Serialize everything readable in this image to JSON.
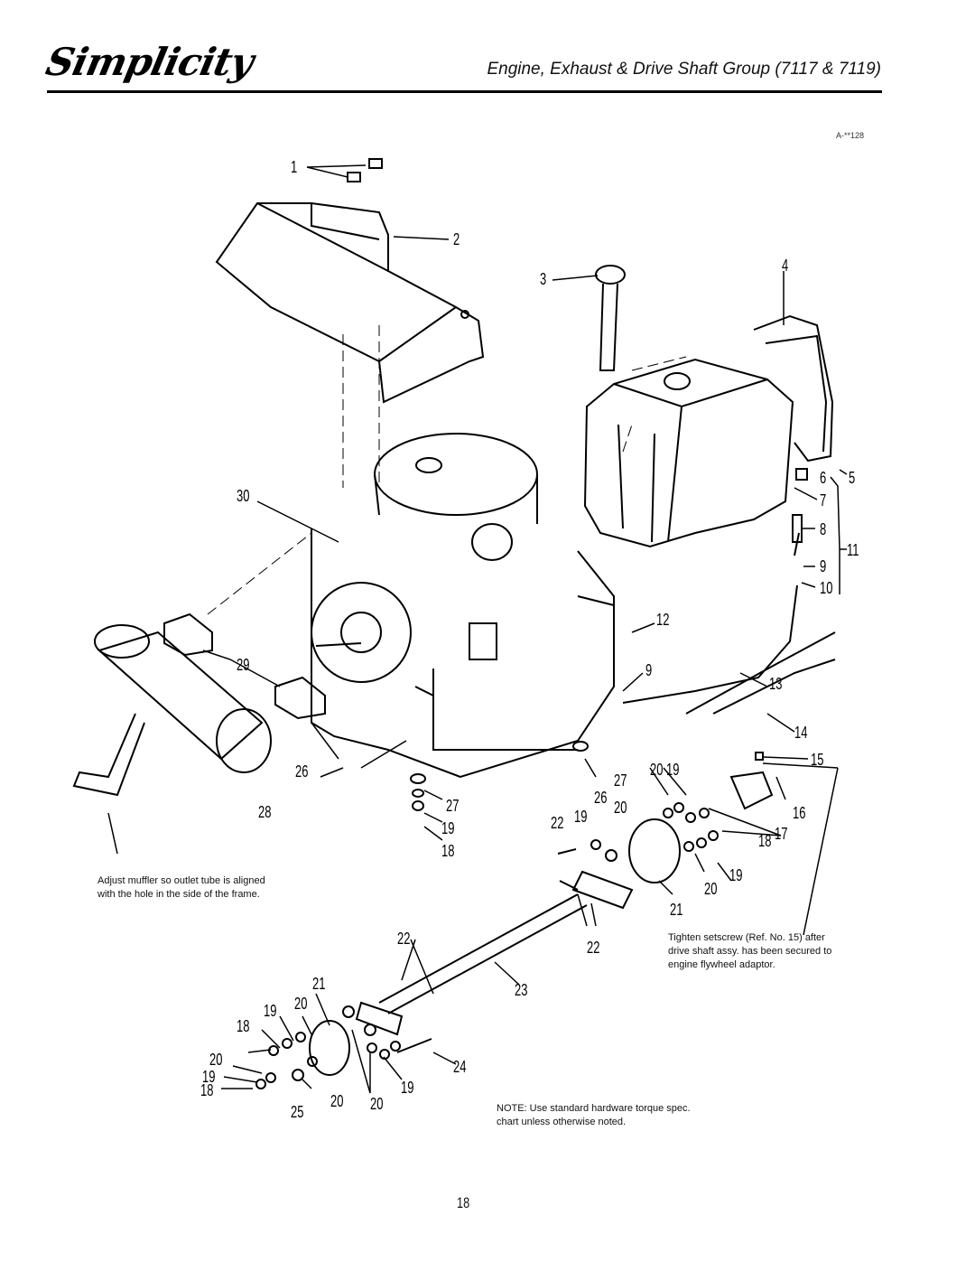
{
  "header": {
    "logo_text": "Simplicity",
    "title": "Engine, Exhaust & Drive Shaft Group (7117 & 7119)",
    "figure_id": "A-**128"
  },
  "callouts": [
    {
      "id": "c1",
      "text": "1"
    },
    {
      "id": "c2",
      "text": "2"
    },
    {
      "id": "c3",
      "text": "3"
    },
    {
      "id": "c4",
      "text": "4"
    },
    {
      "id": "c5",
      "text": "5"
    },
    {
      "id": "c6",
      "text": "6"
    },
    {
      "id": "c7",
      "text": "7"
    },
    {
      "id": "c8",
      "text": "8"
    },
    {
      "id": "c9a",
      "text": "9"
    },
    {
      "id": "c10",
      "text": "10"
    },
    {
      "id": "c11",
      "text": "11"
    },
    {
      "id": "c12",
      "text": "12"
    },
    {
      "id": "c9b",
      "text": "9"
    },
    {
      "id": "c13",
      "text": "13"
    },
    {
      "id": "c14",
      "text": "14"
    },
    {
      "id": "c15",
      "text": "15"
    },
    {
      "id": "c16",
      "text": "16"
    },
    {
      "id": "c17",
      "text": "17"
    },
    {
      "id": "c18a",
      "text": "18"
    },
    {
      "id": "c2019",
      "text": "20 19"
    },
    {
      "id": "c27a",
      "text": "27"
    },
    {
      "id": "c26a",
      "text": "26"
    },
    {
      "id": "c20a",
      "text": "20"
    },
    {
      "id": "c19a",
      "text": "19"
    },
    {
      "id": "c22a",
      "text": "22"
    },
    {
      "id": "c19b",
      "text": "19"
    },
    {
      "id": "c20b",
      "text": "20"
    },
    {
      "id": "c21a",
      "text": "21"
    },
    {
      "id": "c30",
      "text": "30"
    },
    {
      "id": "c29",
      "text": "29"
    },
    {
      "id": "c26b",
      "text": "26"
    },
    {
      "id": "c28",
      "text": "28"
    },
    {
      "id": "c27b",
      "text": "27"
    },
    {
      "id": "c19c",
      "text": "19"
    },
    {
      "id": "c18b",
      "text": "18"
    },
    {
      "id": "c22b",
      "text": "22"
    },
    {
      "id": "c22c",
      "text": "22"
    },
    {
      "id": "c23",
      "text": "23"
    },
    {
      "id": "c21b",
      "text": "21"
    },
    {
      "id": "c19d",
      "text": "19"
    },
    {
      "id": "c20c",
      "text": "20"
    },
    {
      "id": "c18c",
      "text": "18"
    },
    {
      "id": "c20d",
      "text": "20"
    },
    {
      "id": "c19e",
      "text": "19"
    },
    {
      "id": "c18d",
      "text": "18"
    },
    {
      "id": "c24",
      "text": "24"
    },
    {
      "id": "c25",
      "text": "25"
    },
    {
      "id": "c20e",
      "text": "20"
    },
    {
      "id": "c20f",
      "text": "20"
    },
    {
      "id": "c19f",
      "text": "19"
    }
  ],
  "notes": {
    "muffler": "Adjust muffler so outlet tube is aligned with the hole in the side of the frame.",
    "setscrew": "Tighten setscrew (Ref. No. 15) after drive shaft assy. has been secured to engine flywheel adaptor.",
    "torque": "NOTE: Use standard hardware torque spec. chart unless otherwise noted."
  },
  "page_number": "18"
}
